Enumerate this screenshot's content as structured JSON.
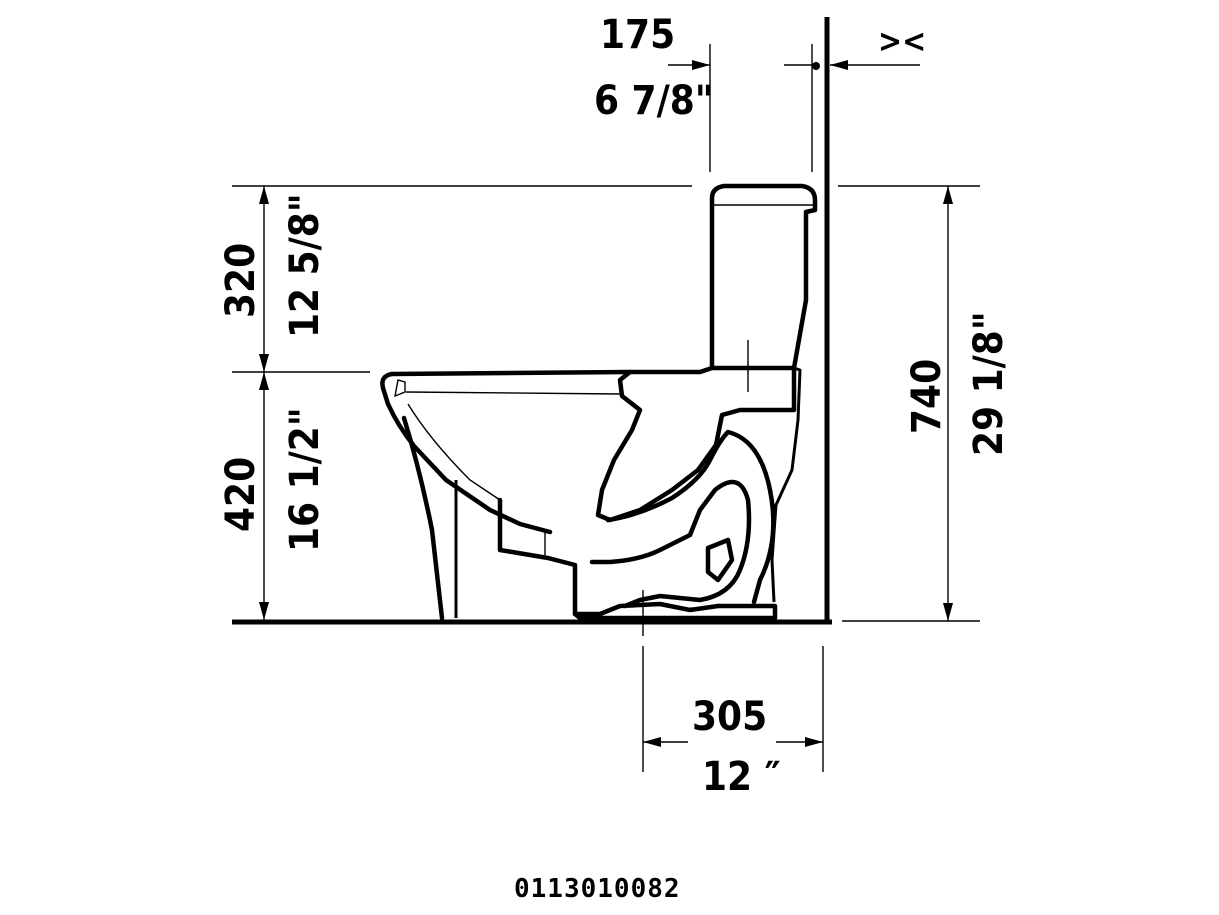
{
  "dimensions": {
    "wall_offset": {
      "mm": "175",
      "inch": "6 7/8\""
    },
    "tank_height": {
      "mm": "320",
      "inch": "12 5/8\""
    },
    "seat_height": {
      "mm": "420",
      "inch": "16 1/2\""
    },
    "total_height": {
      "mm": "740",
      "inch": "29 1/8\""
    },
    "rough_in": {
      "mm": "305",
      "inch": "12 ″"
    },
    "gap_marker": "><"
  },
  "product_code": "0113010082",
  "colors": {
    "line": "#000000",
    "background": "#ffffff"
  }
}
